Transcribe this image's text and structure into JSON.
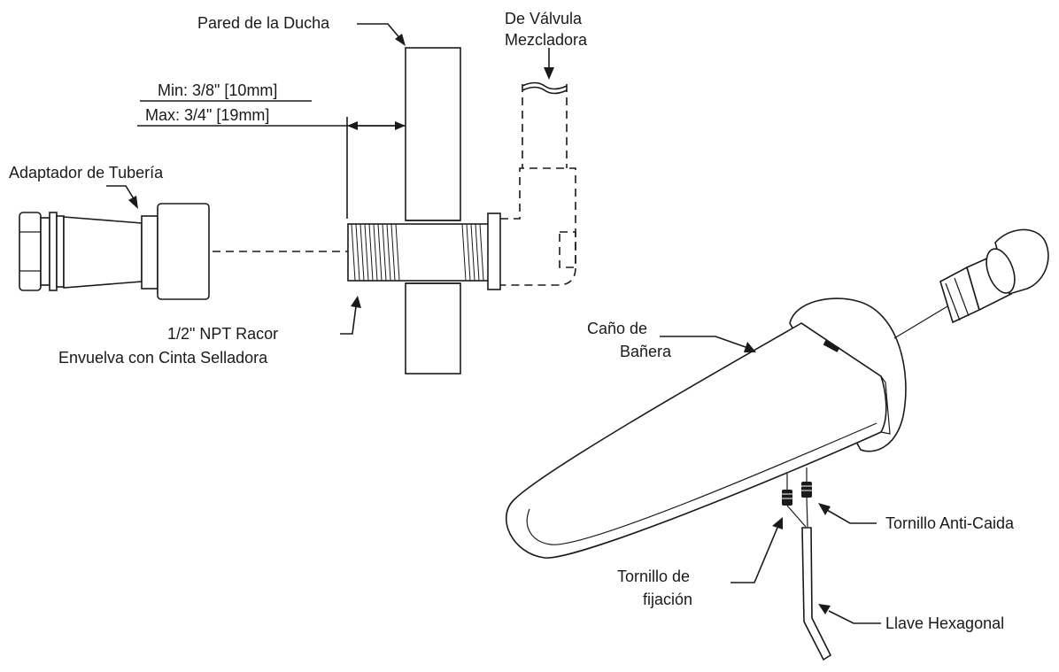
{
  "labels": {
    "shower_wall": "Pared de la Ducha",
    "from_mixing_valve_line1": "De Válvula",
    "from_mixing_valve_line2": "Mezcladora",
    "min_depth": "Min: 3/8\" [10mm]",
    "max_depth": "Max: 3/4\" [19mm]",
    "pipe_adapter": "Adaptador de Tubería",
    "npt_fitting_line1": "1/2\" NPT Racor",
    "npt_fitting_line2": "Envuelva con Cinta Selladora",
    "tub_spout_line1": "Caño de",
    "tub_spout_line2": "Bañera",
    "anti_drop_screw": "Tornillo Anti-Caida",
    "set_screw_line1": "Tornillo de",
    "set_screw_line2": "fijación",
    "hex_key": "Llave Hexagonal"
  }
}
